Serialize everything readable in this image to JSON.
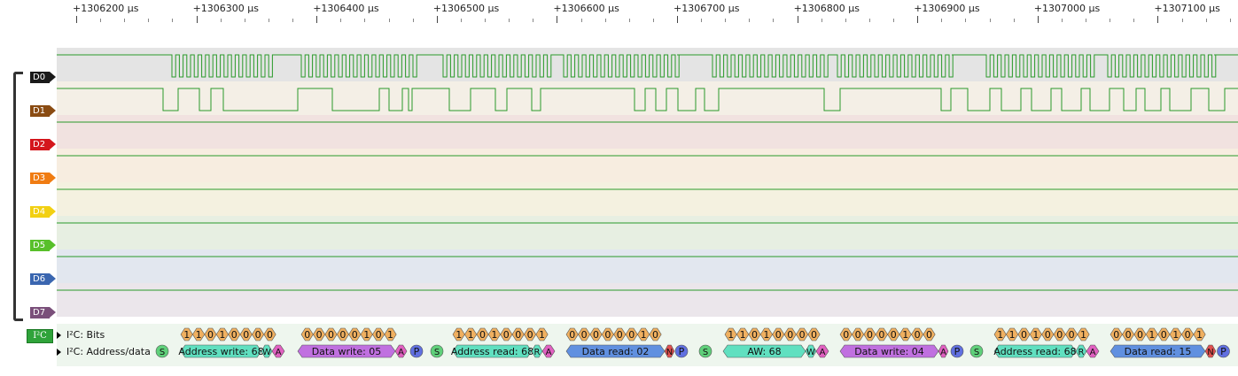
{
  "ruler": {
    "labels": [
      "+1306200 µs",
      "+1306300 µs",
      "+1306400 µs",
      "+1306500 µs",
      "+1306600 µs",
      "+1306700 µs",
      "+1306800 µs",
      "+1306900 µs",
      "+1307000 µs",
      "+1307100 µs"
    ]
  },
  "channels": [
    {
      "label": "D0",
      "color": "#1a1a1a"
    },
    {
      "label": "D1",
      "color": "#8a4b12"
    },
    {
      "label": "D2",
      "color": "#d4161c"
    },
    {
      "label": "D3",
      "color": "#f07c12"
    },
    {
      "label": "D4",
      "color": "#f2d012"
    },
    {
      "label": "D5",
      "color": "#58c02a"
    },
    {
      "label": "D6",
      "color": "#3a66b0"
    },
    {
      "label": "D7",
      "color": "#7a4f7a"
    }
  ],
  "decoder": {
    "badge": "I²C",
    "rows": [
      {
        "label": "I²C: Bits"
      },
      {
        "label": "I²C: Address/data"
      }
    ],
    "bit_groups": [
      "11010000",
      "00000101",
      "11010001",
      "00000010",
      "11010000",
      "00000100",
      "11010001",
      "00010101"
    ],
    "annotations": [
      {
        "text": "S",
        "kind": "start"
      },
      {
        "text": "Address write: 68",
        "kind": "addr"
      },
      {
        "text": "W",
        "kind": "rw"
      },
      {
        "text": "A",
        "kind": "ack"
      },
      {
        "text": "Data write: 05",
        "kind": "data"
      },
      {
        "text": "A",
        "kind": "ack"
      },
      {
        "text": "P",
        "kind": "stop"
      },
      {
        "text": "S",
        "kind": "start"
      },
      {
        "text": "Address read: 68",
        "kind": "addr"
      },
      {
        "text": "R",
        "kind": "rw"
      },
      {
        "text": "A",
        "kind": "ack"
      },
      {
        "text": "Data read: 02",
        "kind": "read"
      },
      {
        "text": "N",
        "kind": "nack"
      },
      {
        "text": "P",
        "kind": "stop"
      },
      {
        "text": "S",
        "kind": "start"
      },
      {
        "text": "AW: 68",
        "kind": "addr"
      },
      {
        "text": "W",
        "kind": "rw"
      },
      {
        "text": "A",
        "kind": "ack"
      },
      {
        "text": "Data write: 04",
        "kind": "data"
      },
      {
        "text": "A",
        "kind": "ack"
      },
      {
        "text": "P",
        "kind": "stop"
      },
      {
        "text": "S",
        "kind": "start"
      },
      {
        "text": "Address read: 68",
        "kind": "addr"
      },
      {
        "text": "R",
        "kind": "rw"
      },
      {
        "text": "A",
        "kind": "ack"
      },
      {
        "text": "Data read: 15",
        "kind": "read"
      },
      {
        "text": "N",
        "kind": "nack"
      },
      {
        "text": "P",
        "kind": "stop"
      }
    ],
    "colors": {
      "bit": "#f0b060",
      "start": "#5fd07a",
      "addr": "#60e0c0",
      "rw": "#60e0c0",
      "ack": "#e060c0",
      "nack": "#e05050",
      "stop": "#6070e0",
      "data": "#c070e0",
      "read": "#6090e0"
    }
  }
}
